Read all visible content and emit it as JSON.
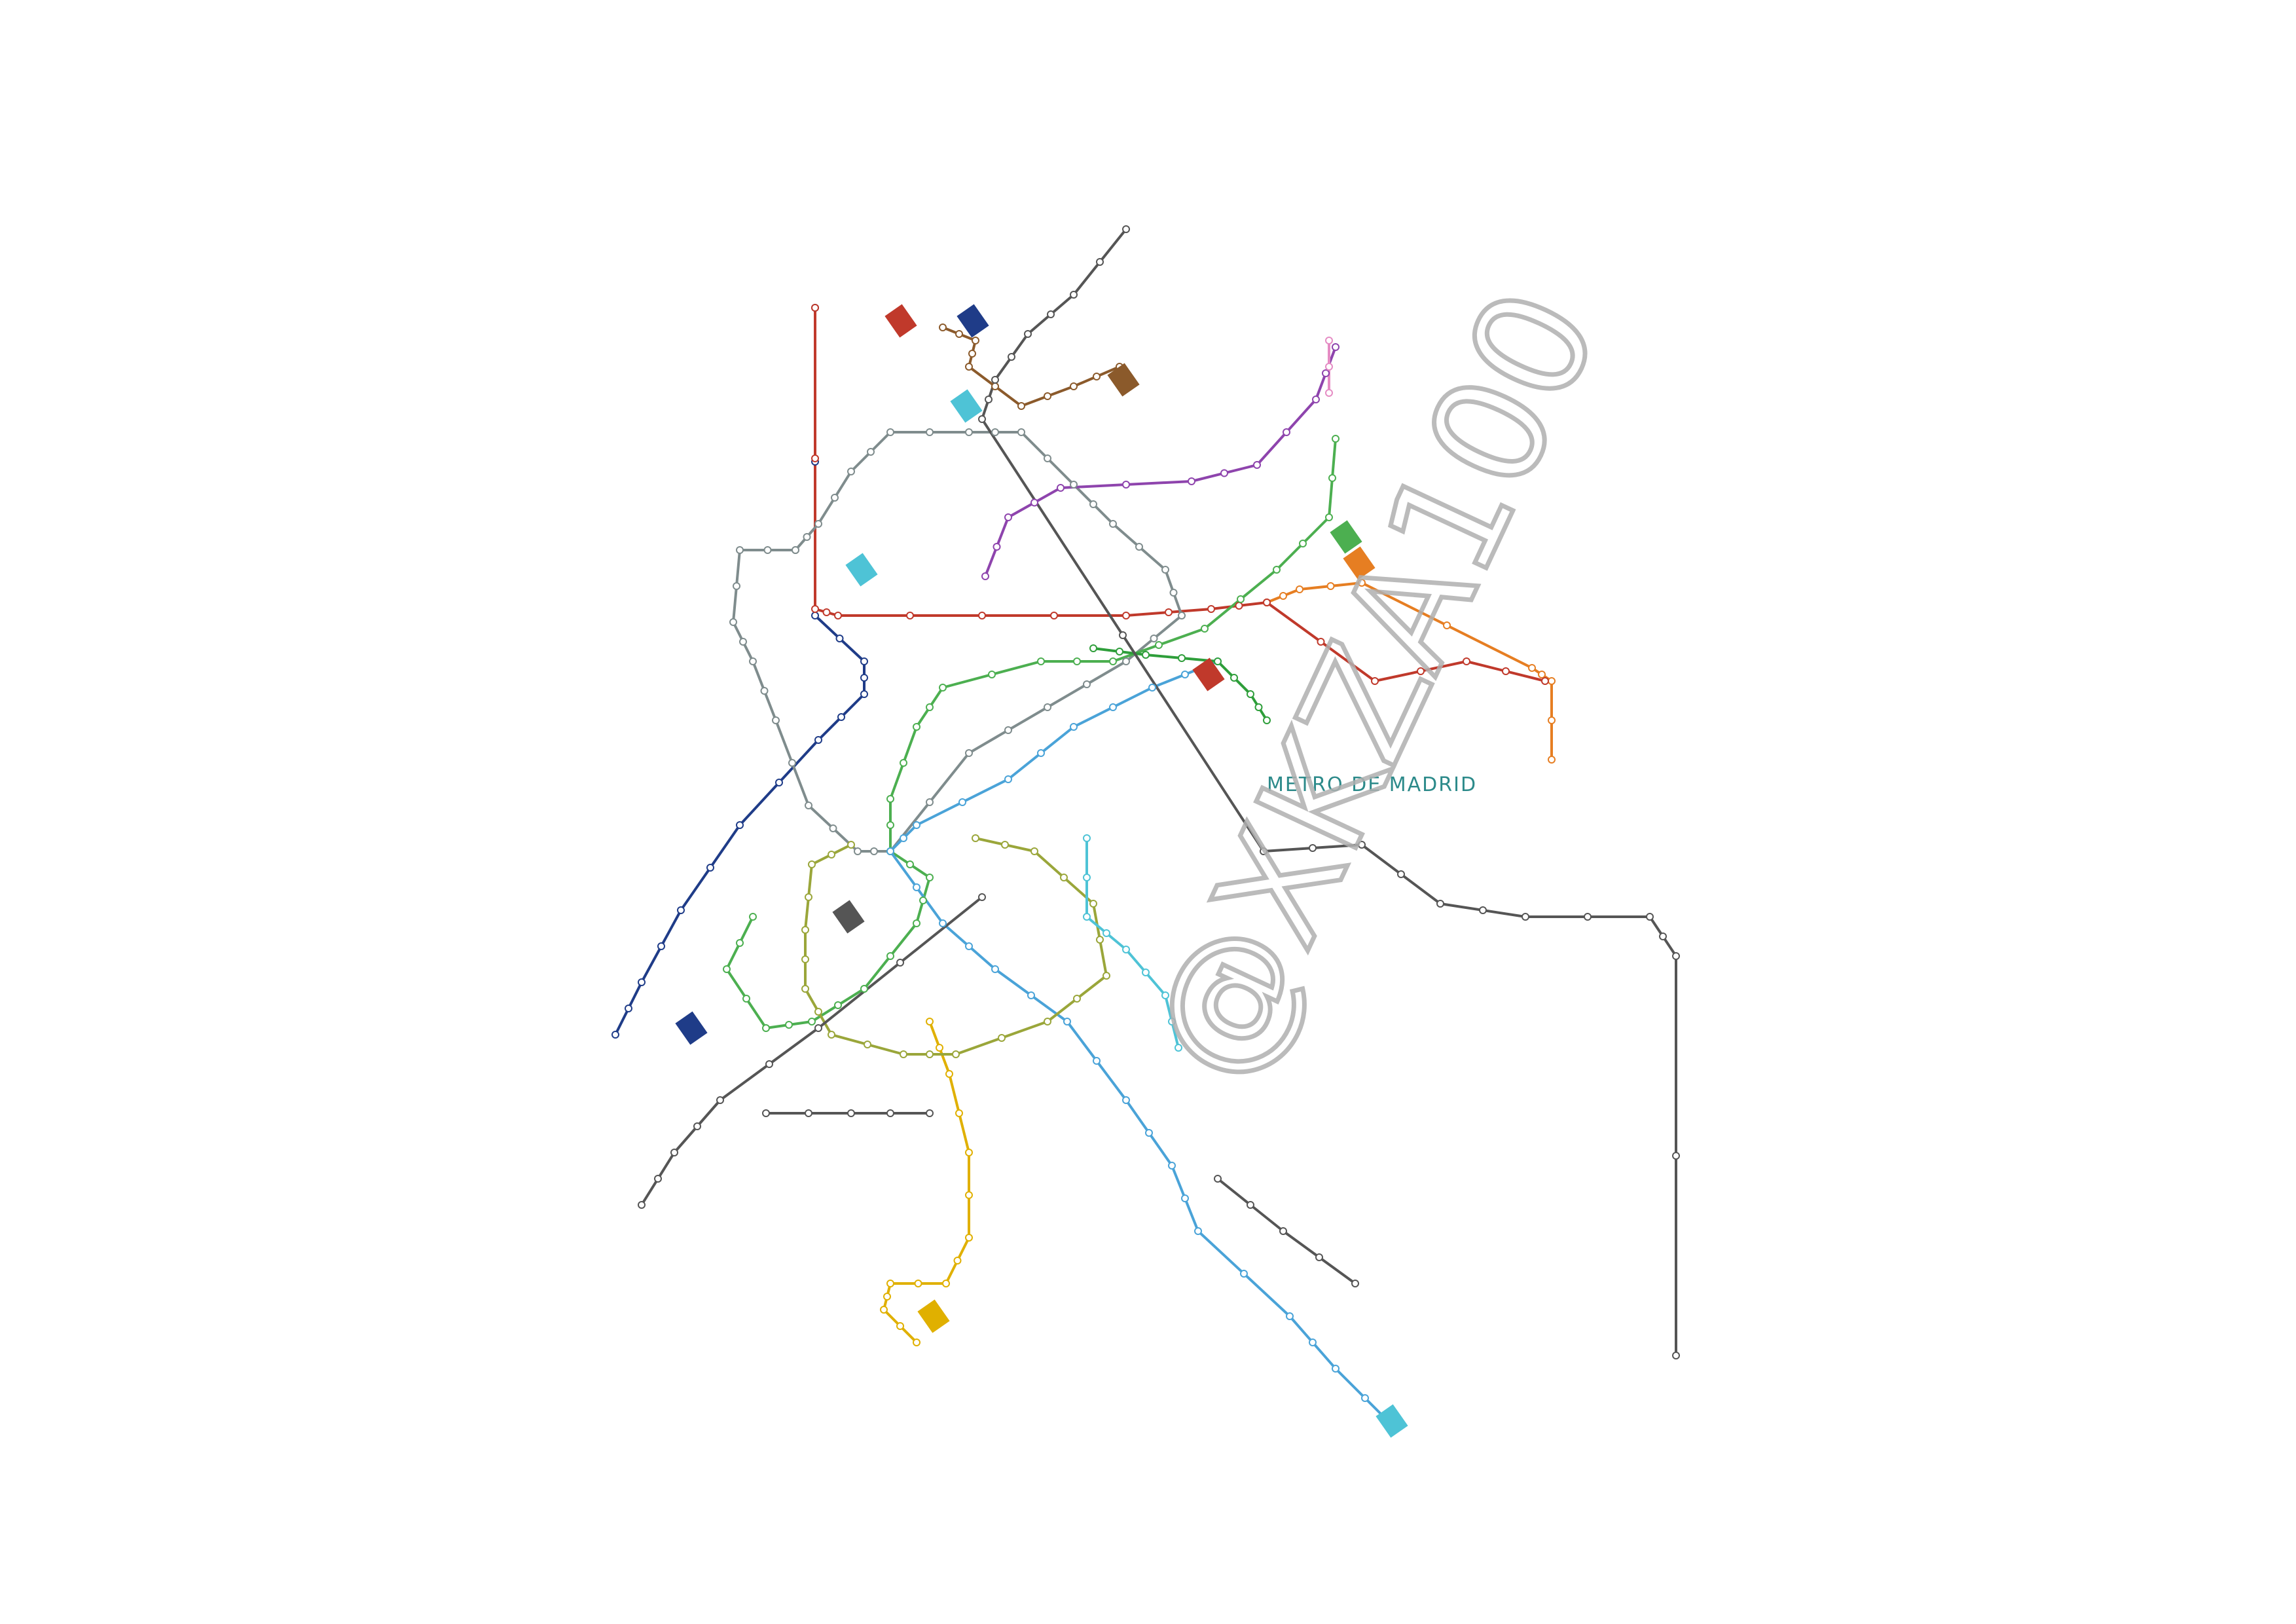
{
  "map": {
    "title": "METRO DE MADRID",
    "watermark": "@XKZA100"
  },
  "lines": [
    {
      "id": "line-1",
      "color": "#4aa3d8"
    },
    {
      "id": "line-2",
      "color": "#c0392b"
    },
    {
      "id": "line-3",
      "color": "#e0b000"
    },
    {
      "id": "line-4",
      "color": "#8b5a2b"
    },
    {
      "id": "line-5",
      "color": "#4caf50"
    },
    {
      "id": "line-6",
      "color": "#7f8c8d"
    },
    {
      "id": "line-7",
      "color": "#e67e22"
    },
    {
      "id": "line-8",
      "color": "#e58cc4"
    },
    {
      "id": "line-9",
      "color": "#8e44ad"
    },
    {
      "id": "line-10",
      "color": "#1f3c88"
    },
    {
      "id": "line-11",
      "color": "#2e9e3a"
    },
    {
      "id": "line-12",
      "color": "#9aa63a"
    },
    {
      "id": "ramal",
      "color": "#4ec3d6"
    },
    {
      "id": "metro-ligero",
      "color": "#555555"
    }
  ]
}
